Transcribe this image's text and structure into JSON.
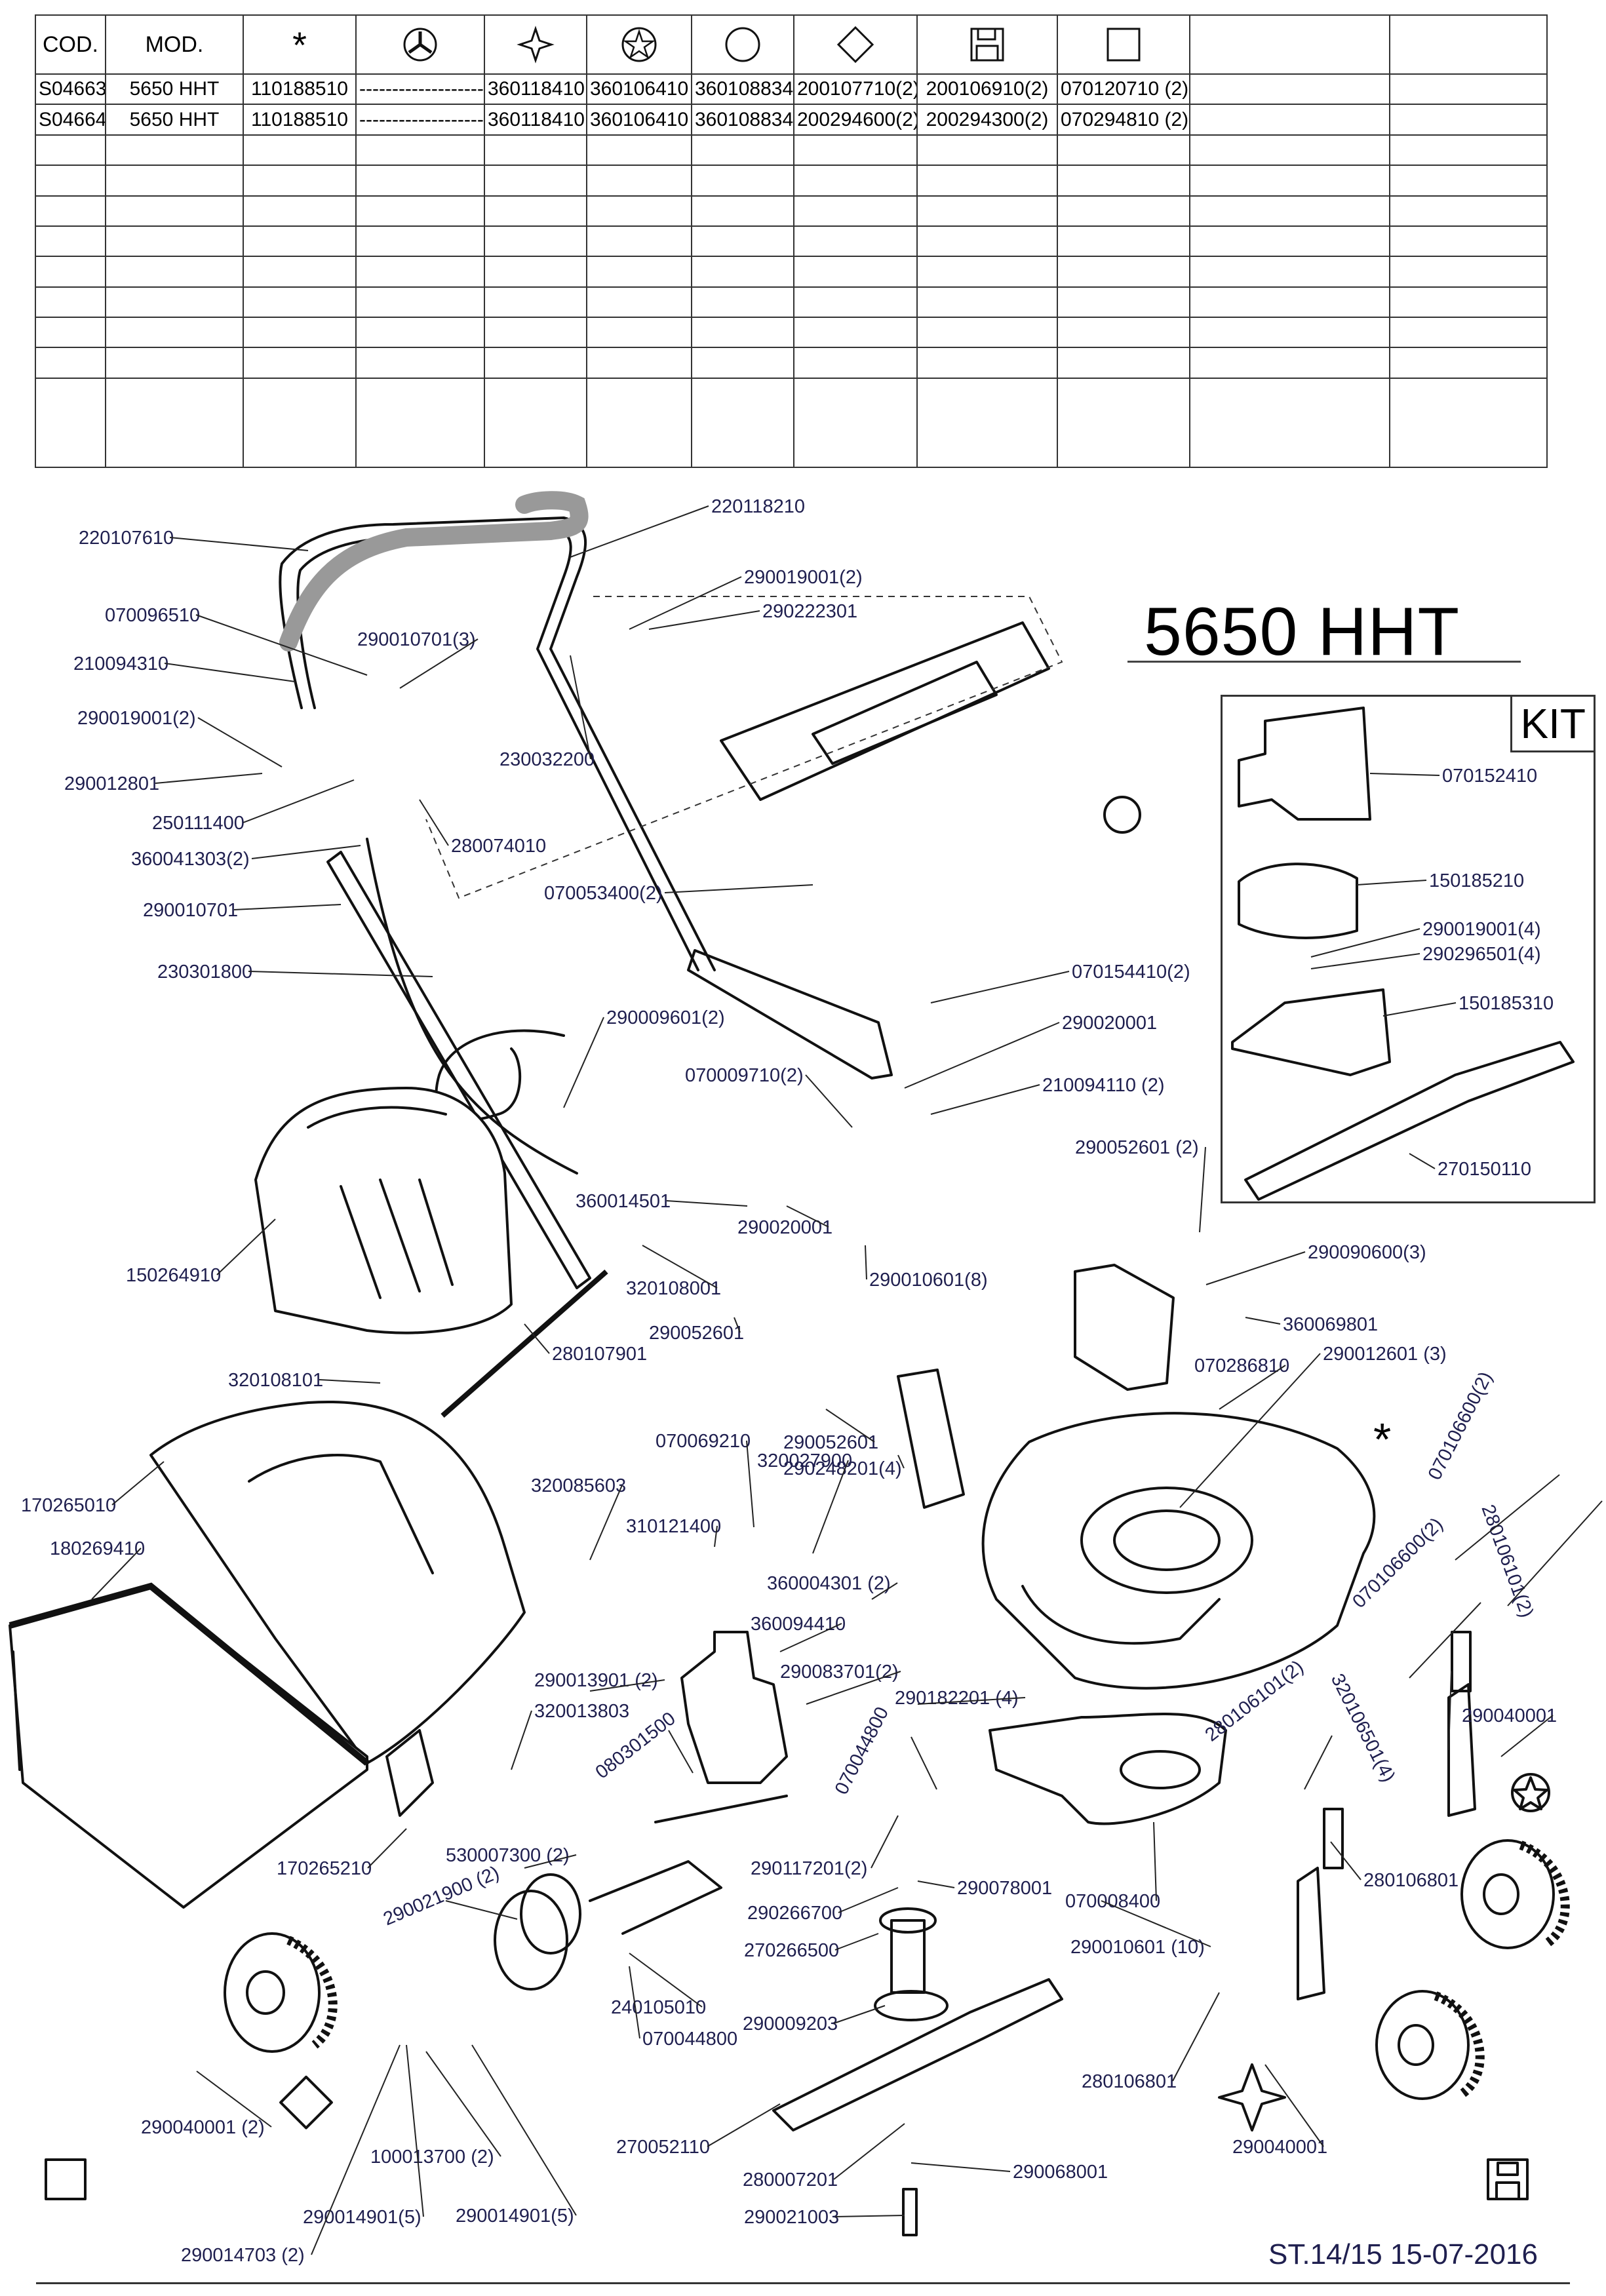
{
  "table": {
    "headers": [
      {
        "text": "COD.",
        "icon": ""
      },
      {
        "text": "MOD.",
        "icon": ""
      },
      {
        "text": "*",
        "icon": ""
      },
      {
        "text": "",
        "icon": "engine-circle-icon"
      },
      {
        "text": "",
        "icon": "wheel-star-4-icon"
      },
      {
        "text": "",
        "icon": "star-circle-icon"
      },
      {
        "text": "",
        "icon": "circle-icon"
      },
      {
        "text": "",
        "icon": "diamond-icon"
      },
      {
        "text": "",
        "icon": "floppy-disk-icon"
      },
      {
        "text": "",
        "icon": "square-icon"
      },
      {
        "text": "",
        "icon": ""
      },
      {
        "text": "",
        "icon": ""
      }
    ],
    "rows": [
      [
        "S04663",
        "5650 HHT",
        "110188510",
        "--------------------",
        "360118410",
        "360106410",
        "360108834",
        "200107710(2)",
        "200106910(2)",
        "070120710 (2)",
        "",
        ""
      ],
      [
        "S04664",
        "5650 HHT",
        "110188510",
        "--------------------",
        "360118410",
        "360106410",
        "360108834",
        "200294600(2)",
        "200294300(2)",
        "070294810 (2)",
        "",
        ""
      ]
    ],
    "empty_rows": 9
  },
  "model_title": "5650 HHT",
  "kit": {
    "title": "KIT",
    "labels": [
      "070152410",
      "150185210",
      "290019001(4)",
      "290296501(4)",
      "150185310",
      "270150110"
    ]
  },
  "labels": [
    "220107610",
    "220118210",
    "290019001(2)",
    "290222301",
    "070096510",
    "290010701(3)",
    "210094310",
    "290019001(2)",
    "230032200",
    "290012801",
    "250111400",
    "280074010",
    "360041303(2)",
    "290010701",
    "070053400(2)",
    "230301800",
    "070154410(2)",
    "290009601(2)",
    "290020001",
    "070009710(2)",
    "210094110 (2)",
    "290052601 (2)",
    "360014501",
    "290020001",
    "150264910",
    "320108001",
    "290010601(8)",
    "290090600(3)",
    "290052601",
    "360069801",
    "280107901",
    "070286810",
    "290012601 (3)",
    "320108101",
    "290052601",
    "290248201(4)",
    "070069210",
    "320027900",
    "170265010",
    "320085603",
    "180269410",
    "310121400",
    "070106600(2)",
    "280106101(2)",
    "360004301 (2)",
    "360094410",
    "290013901 (2)",
    "290083701(2)",
    "320013803",
    "290182201 (4)",
    "070106600(2)",
    "280106101(2)",
    "320106501(4)",
    "290040001",
    "080301500",
    "070044800",
    "530007300 (2)",
    "170265210",
    "290117201(2)",
    "290078001",
    "280106801",
    "290021900 (2)",
    "290266700",
    "070008400",
    "270266500",
    "290010601 (10)",
    "240105010",
    "290009203",
    "070044800",
    "280106801",
    "290040001 (2)",
    "100013700 (2)",
    "270052110",
    "290040001",
    "290068001",
    "280007201",
    "290014901(5)",
    "290014901(5)",
    "290021003",
    "290014703 (2)"
  ],
  "footer": "ST.14/15  15-07-2016"
}
